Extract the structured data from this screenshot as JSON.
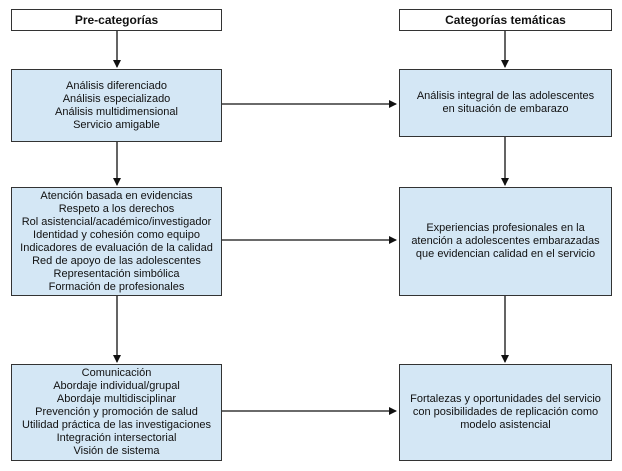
{
  "left_column": {
    "header": "Pre-categorías",
    "box1": [
      "Análisis diferenciado",
      "Análisis especializado",
      "Análisis multidimensional",
      "Servicio amigable"
    ],
    "box2": [
      "Atención basada en evidencias",
      "Respeto a los derechos",
      "Rol asistencial/académico/investigador",
      "Identidad y cohesión como equipo",
      "Indicadores de evaluación de la calidad",
      "Red de apoyo de las adolescentes",
      "Representación simbólica",
      "Formación de profesionales"
    ],
    "box3": [
      "Comunicación",
      "Abordaje individual/grupal",
      "Abordaje multidisciplinar",
      "Prevención y promoción de salud",
      "Utilidad práctica de las investigaciones",
      "Integración intersectorial",
      "Visión de sistema"
    ]
  },
  "right_column": {
    "header": "Categorías temáticas",
    "box1": "Análisis integral de las adolescentes en situación de embarazo",
    "box2": "Experiencias profesionales en la atención a adolescentes embarazadas que evidencian calidad en el servicio",
    "box3": "Fortalezas y oportunidades del servicio con posibilidades de replicación como modelo asistencial"
  },
  "colors": {
    "box_fill": "#d4e7f5",
    "border": "#333333",
    "arrow": "#111111"
  }
}
